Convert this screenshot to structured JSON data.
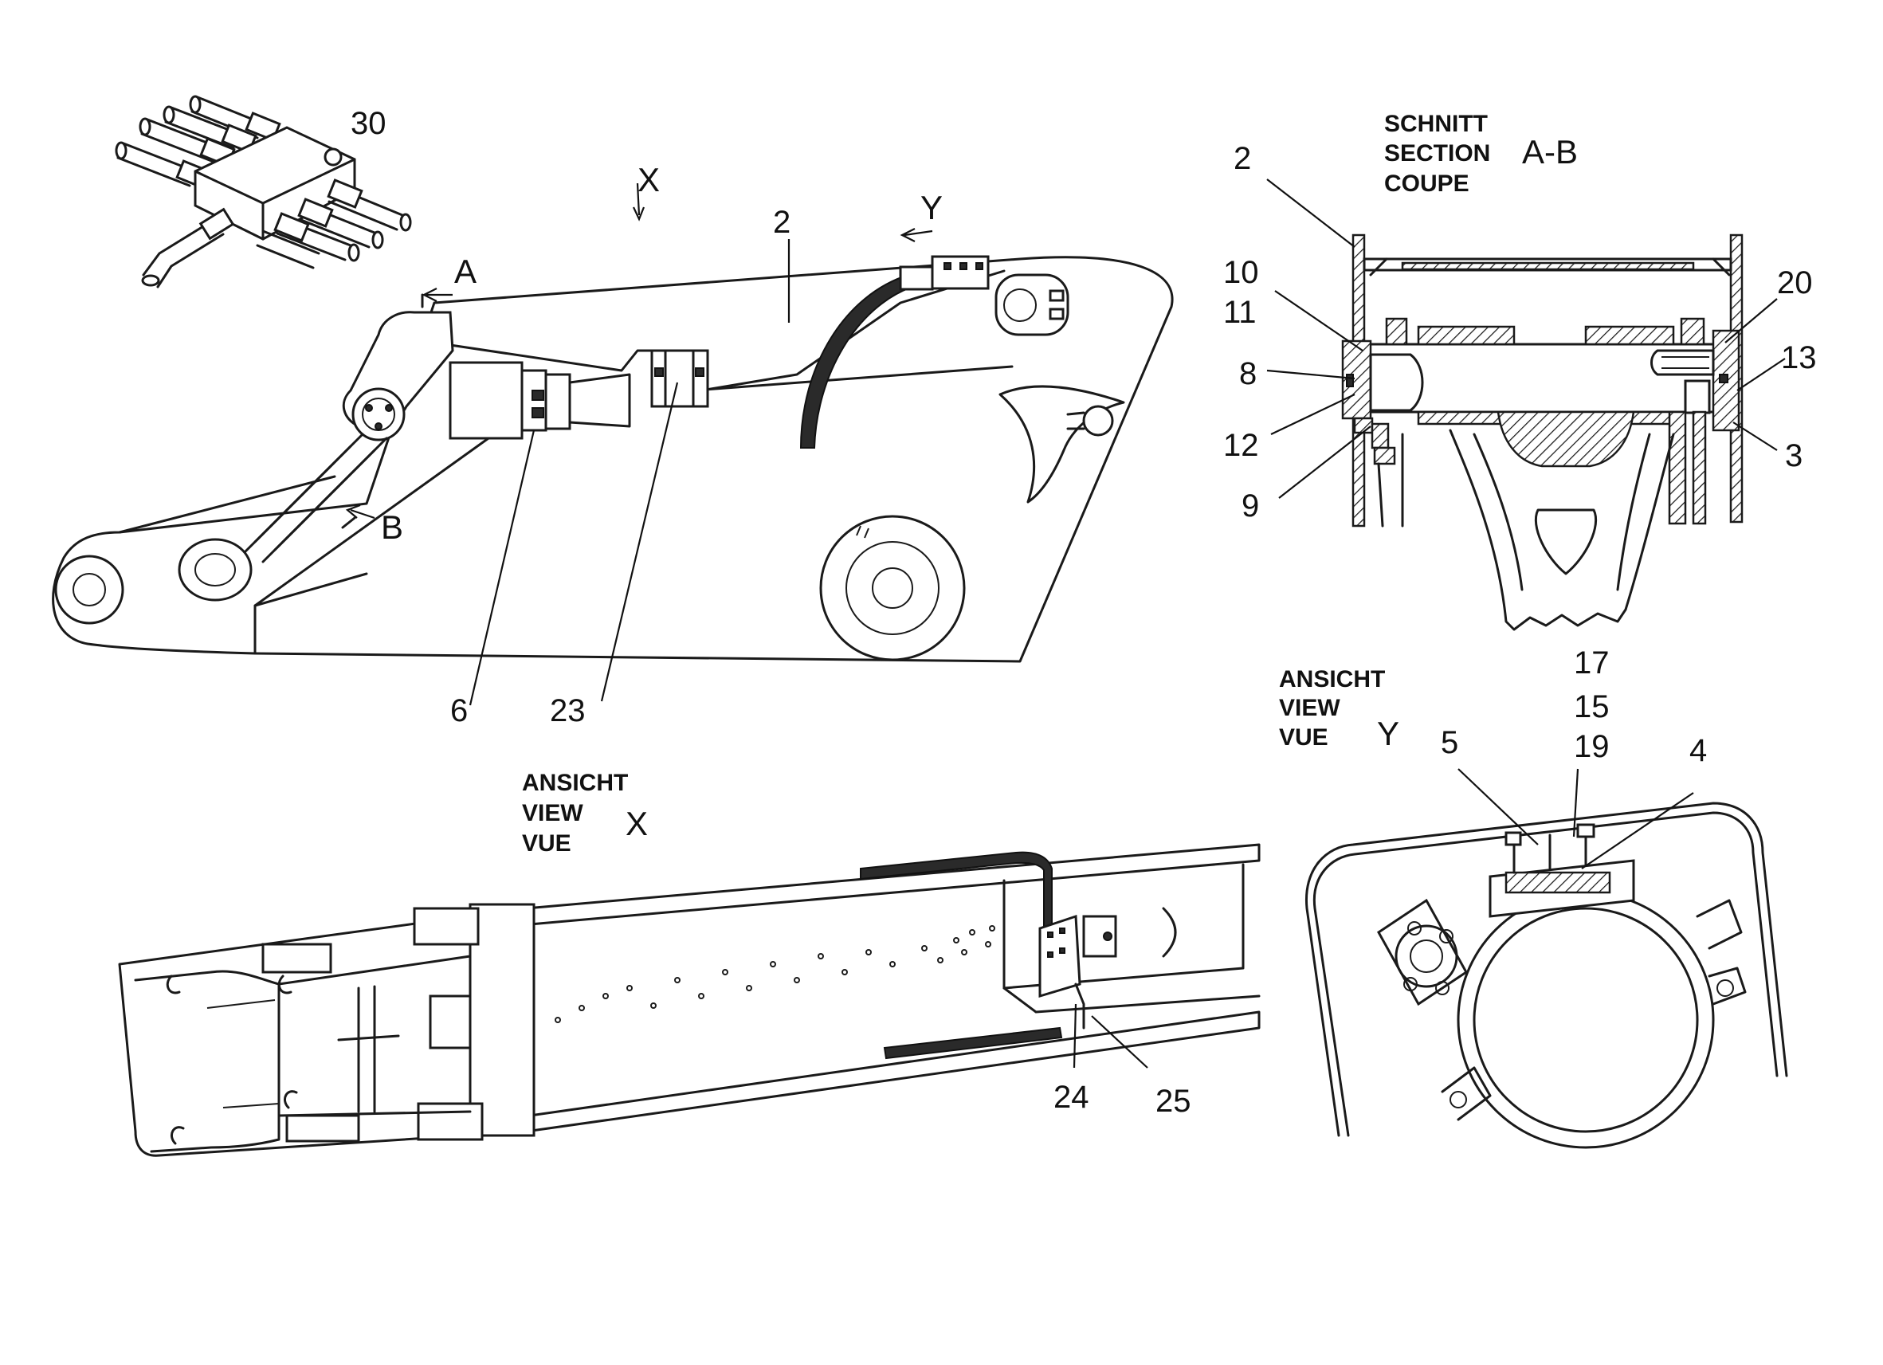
{
  "callouts": {
    "n30": "30",
    "n2_main": "2",
    "n6": "6",
    "n23": "23",
    "n2_section": "2",
    "n10": "10",
    "n11": "11",
    "n8": "8",
    "n12": "12",
    "n9": "9",
    "n20": "20",
    "n13": "13",
    "n3": "3",
    "n17": "17",
    "n15": "15",
    "n19": "19",
    "n5": "5",
    "n4": "4",
    "n24": "24",
    "n25": "25"
  },
  "markers": {
    "x": "X",
    "y": "Y",
    "a": "A",
    "b": "B"
  },
  "section_ab": {
    "line1": "SCHNITT",
    "line2": "SECTION",
    "line3": "COUPE",
    "id": "A-B"
  },
  "view_x": {
    "line1": "ANSICHT",
    "line2": "VIEW",
    "line3": "VUE",
    "id": "X"
  },
  "view_y": {
    "line1": "ANSICHT",
    "line2": "VIEW",
    "line3": "VUE",
    "id": "Y"
  }
}
